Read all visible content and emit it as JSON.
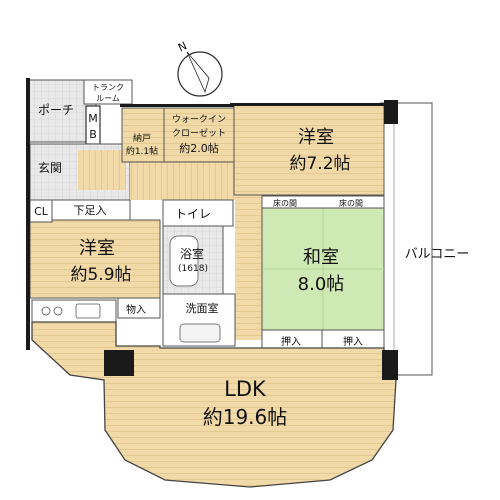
{
  "compass": {
    "label": "N"
  },
  "rooms": {
    "western_room_1": {
      "name": "洋室",
      "size": "約7.2帖"
    },
    "western_room_2": {
      "name": "洋室",
      "size": "約5.9帖"
    },
    "japanese_room": {
      "name": "和室",
      "size": "8.0帖"
    },
    "ldk": {
      "name": "LDK",
      "size": "約19.6帖"
    },
    "walk_in_closet": {
      "line1": "ウォークイン",
      "line2": "クローゼット",
      "size": "約2.0帖"
    },
    "storage": {
      "name": "納戸",
      "size": "約1.1帖"
    },
    "porch": {
      "name": "ポーチ"
    },
    "trunk_room": {
      "line1": "トランク",
      "line2": "ルーム"
    },
    "mb": {
      "line1": "M",
      "line2": "B"
    },
    "entrance": {
      "name": "玄関"
    },
    "shoe_closet": {
      "name": "下足入"
    },
    "cl": {
      "name": "CL"
    },
    "toilet": {
      "name": "トイレ"
    },
    "bath": {
      "name": "浴室",
      "size": "(1618)"
    },
    "washroom": {
      "name": "洗面室"
    },
    "pantry": {
      "name": "物入"
    },
    "closet_1": {
      "name": "押入"
    },
    "closet_2": {
      "name": "押入"
    },
    "alcove_1": {
      "name": "床の間"
    },
    "alcove_2": {
      "name": "床の間"
    },
    "balcony": {
      "name": "バルコニー"
    }
  }
}
